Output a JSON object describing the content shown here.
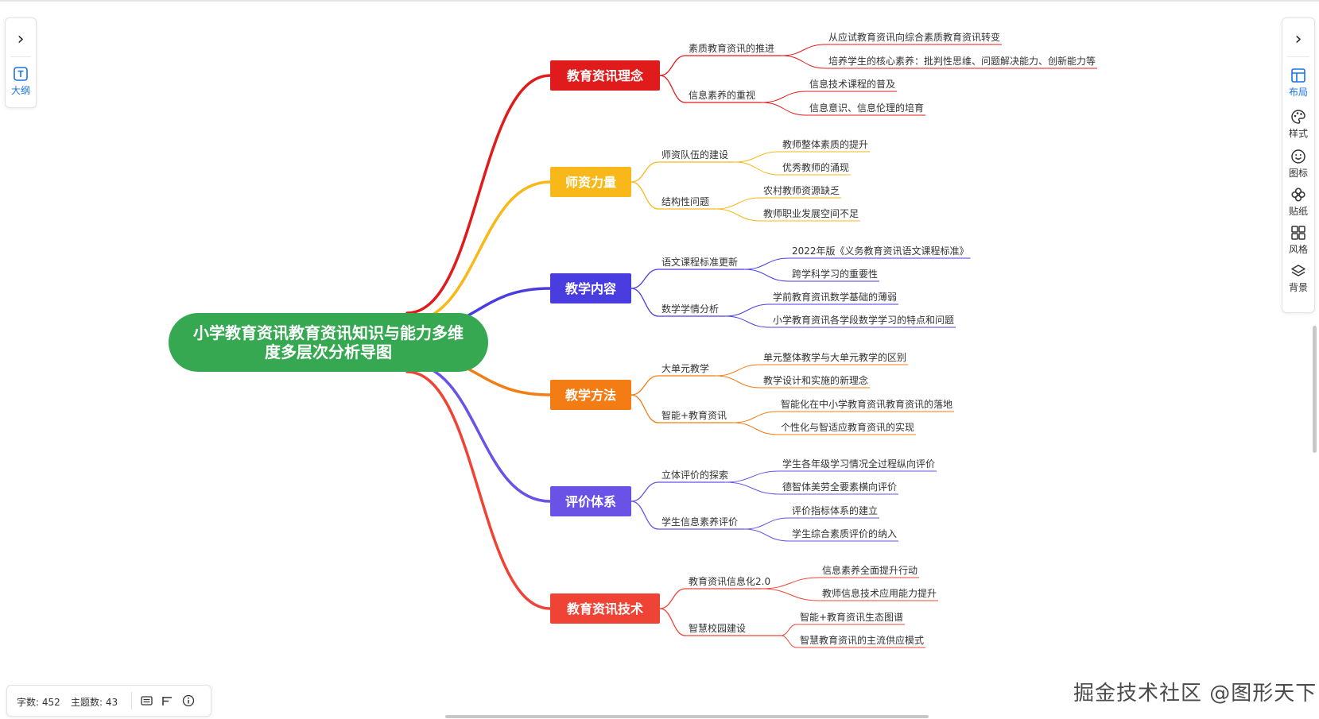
{
  "root": {
    "line1": "小学教育资讯教育资讯知识与能力多维",
    "line2": "度多层次分析导图",
    "color": "#36a852"
  },
  "branches": [
    {
      "label": "教育资讯理念",
      "color": "#e01b1b",
      "subs": [
        {
          "label": "素质教育资讯的推进",
          "leaves": [
            "从应试教育资讯向综合素质教育资讯转变",
            "培养学生的核心素养：批判性思维、问题解决能力、创新能力等"
          ]
        },
        {
          "label": "信息素养的重视",
          "leaves": [
            "信息技术课程的普及",
            "信息意识、信息伦理的培育"
          ]
        }
      ]
    },
    {
      "label": "师资力量",
      "color": "#f8b81a",
      "subs": [
        {
          "label": "师资队伍的建设",
          "leaves": [
            "教师整体素质的提升",
            "优秀教师的涌现"
          ]
        },
        {
          "label": "结构性问题",
          "leaves": [
            "农村教师资源缺乏",
            "教师职业发展空间不足"
          ]
        }
      ]
    },
    {
      "label": "教学内容",
      "color": "#4a3de0",
      "subs": [
        {
          "label": "语文课程标准更新",
          "leaves": [
            "2022年版《义务教育资讯语文课程标准》",
            "跨学科学习的重要性"
          ]
        },
        {
          "label": "数学学情分析",
          "leaves": [
            "学前教育资讯数学基础的薄弱",
            "小学教育资讯各学段数学学习的特点和问题"
          ]
        }
      ]
    },
    {
      "label": "教学方法",
      "color": "#f47c15",
      "subs": [
        {
          "label": "大单元教学",
          "leaves": [
            "单元整体教学与大单元教学的区别",
            "教学设计和实施的新理念"
          ]
        },
        {
          "label": "智能+教育资讯",
          "leaves": [
            "智能化在中小学教育资讯教育资讯的落地",
            "个性化与智适应教育资讯的实现"
          ]
        }
      ]
    },
    {
      "label": "评价体系",
      "color": "#6a52e6",
      "subs": [
        {
          "label": "立体评价的探索",
          "leaves": [
            "学生各年级学习情况全过程纵向评价",
            "德智体美劳全要素横向评价"
          ]
        },
        {
          "label": "学生信息素养评价",
          "leaves": [
            "评价指标体系的建立",
            "学生综合素质评价的纳入"
          ]
        }
      ]
    },
    {
      "label": "教育资讯技术",
      "color": "#ef4435",
      "subs": [
        {
          "label": "教育资讯信息化2.0",
          "leaves": [
            "信息素养全面提升行动",
            "教师信息技术应用能力提升"
          ]
        },
        {
          "label": "智慧校园建设",
          "leaves": [
            "智能+教育资讯生态图谱",
            "智慧教育资讯的主流供应模式"
          ]
        }
      ]
    }
  ],
  "left_panel": {
    "outline_label": "大纲"
  },
  "right_panel": {
    "tools": [
      {
        "label": "布局",
        "icon": "layout-icon",
        "active": true
      },
      {
        "label": "样式",
        "icon": "palette-icon",
        "active": false
      },
      {
        "label": "图标",
        "icon": "smiley-icon",
        "active": false
      },
      {
        "label": "贴纸",
        "icon": "sticker-icon",
        "active": false
      },
      {
        "label": "风格",
        "icon": "grid-icon",
        "active": false
      },
      {
        "label": "背景",
        "icon": "layers-icon",
        "active": false
      }
    ]
  },
  "status": {
    "word_count": "字数: 452",
    "topic_count": "主题数: 43"
  },
  "watermark": "掘金技术社区 @图形天下",
  "accent": "#1a73e8"
}
